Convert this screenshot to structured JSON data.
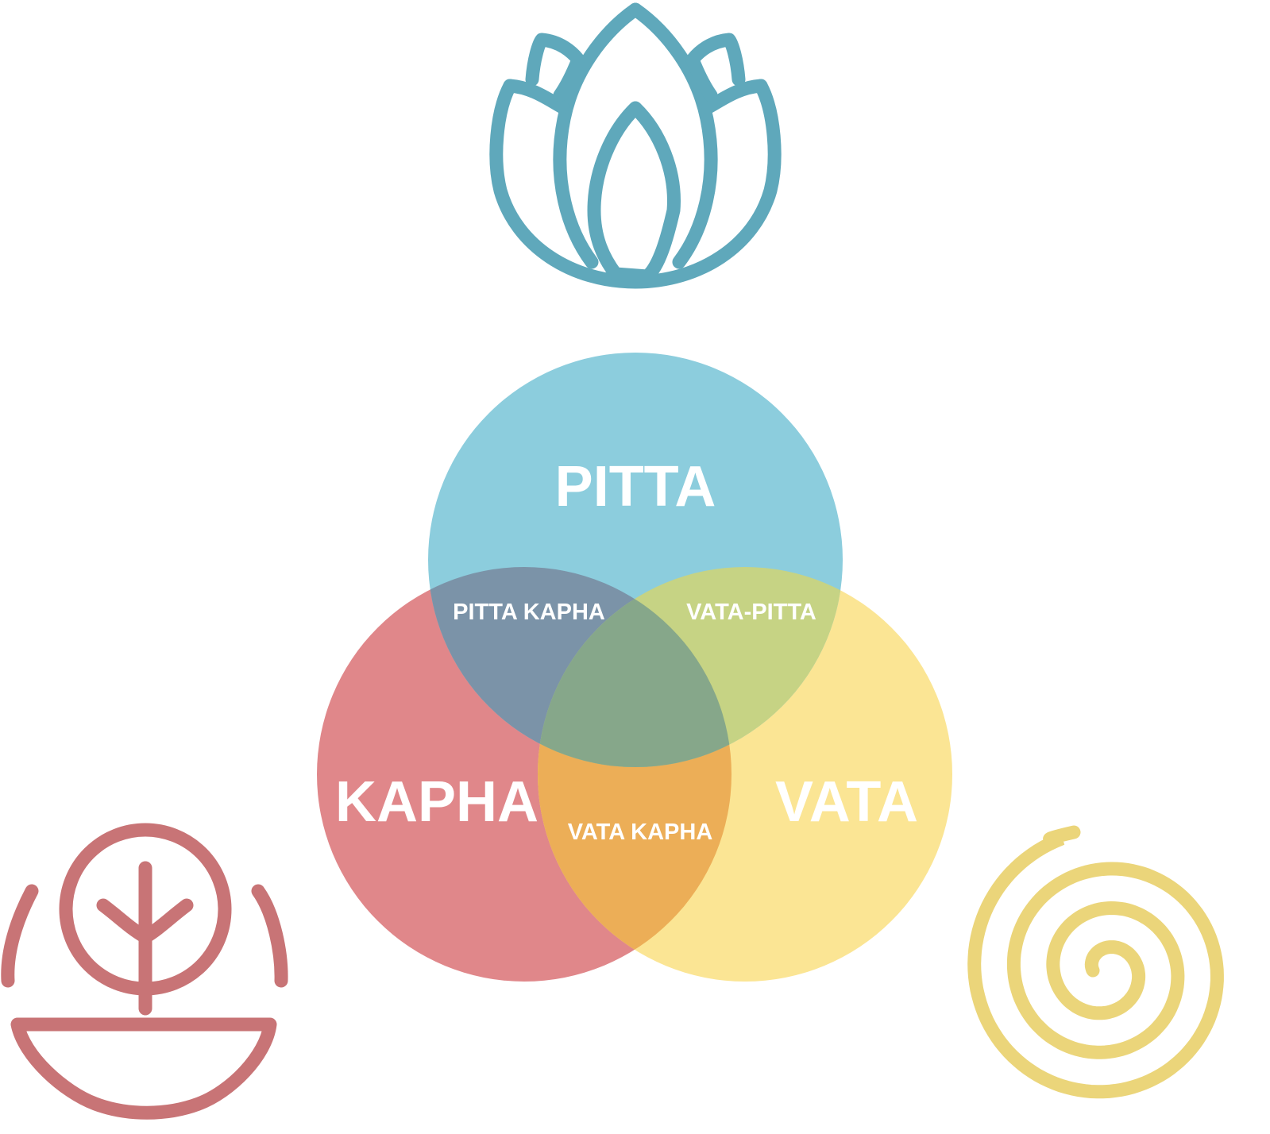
{
  "diagram": {
    "labels": {
      "pitta": "PITTA",
      "kapha": "KAPHA",
      "vata": "VATA",
      "pitta_kapha": "PITTA KAPHA",
      "vata_pitta": "VATA-PITTA",
      "vata_kapha": "VATA KAPHA"
    },
    "colors": {
      "pitta": "#8ccddd",
      "kapha": "#e0878a",
      "vata": "#fbe594",
      "pitta_kapha": "#7b93a8",
      "vata_pitta": "#c6d384",
      "vata_kapha": "#ecae57",
      "center": "#86a78a",
      "lotus_icon": "#5fa8bb",
      "tree_icon": "#c87476",
      "spiral_icon": "#ebd57a"
    },
    "icons": [
      "lotus-icon",
      "tree-bowl-icon",
      "spiral-icon"
    ]
  }
}
